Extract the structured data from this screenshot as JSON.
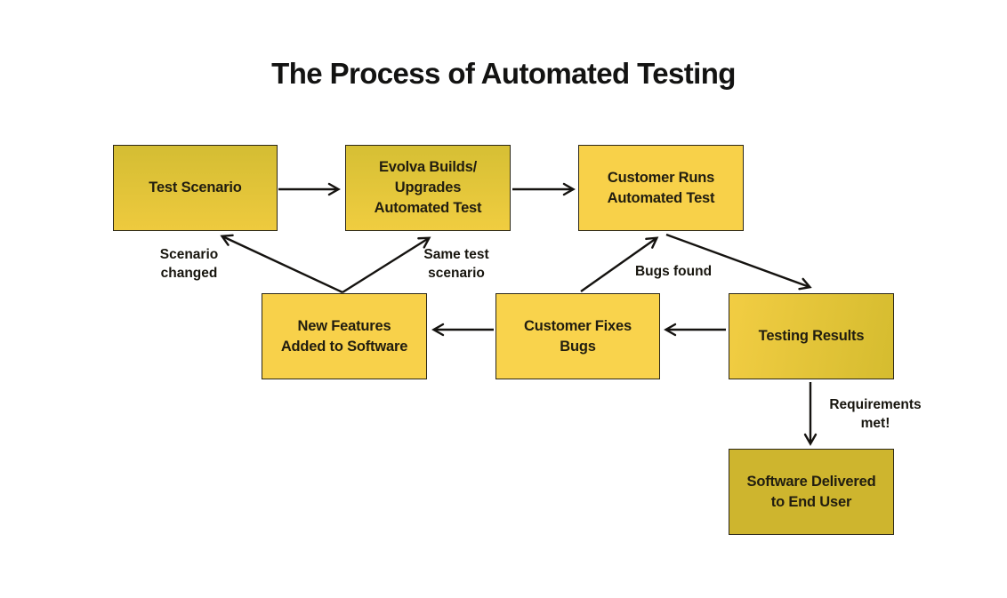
{
  "title": "The Process of Automated Testing",
  "colors": {
    "background": "#ffffff",
    "arrow": "#151310",
    "node_border": "#2b2718",
    "text": "#1d1a10",
    "mustard_fill": "#d9c135",
    "bright_yellow_fill": "#f8d149"
  },
  "diagram": {
    "nodes": [
      {
        "id": "test-scenario",
        "label": "Test Scenario",
        "fill": "#ddc436"
      },
      {
        "id": "evolva-builds",
        "label": "Evolva Builds/\nUpgrades\nAutomated Test",
        "fill": "#dfc637"
      },
      {
        "id": "customer-runs",
        "label": "Customer Runs\nAutomated Test",
        "fill": "#f8d149"
      },
      {
        "id": "new-features",
        "label": "New Features\nAdded to Software",
        "fill": "#f8d14a"
      },
      {
        "id": "customer-fixes",
        "label": "Customer Fixes\nBugs",
        "fill": "#f9d34c"
      },
      {
        "id": "testing-results",
        "label": "Testing Results",
        "fill": "#e0c636"
      },
      {
        "id": "software-delivered",
        "label": "Software Delivered\nto End User",
        "fill": "#ceb52e"
      }
    ],
    "edge_labels": [
      {
        "id": "scenario-changed",
        "text": "Scenario\nchanged"
      },
      {
        "id": "same-test",
        "text": "Same test\nscenario"
      },
      {
        "id": "bugs-found",
        "text": "Bugs found"
      },
      {
        "id": "requirements-met",
        "text": "Requirements\nmet!"
      }
    ],
    "edges": [
      {
        "from": "test-scenario",
        "to": "evolva-builds",
        "label": ""
      },
      {
        "from": "evolva-builds",
        "to": "customer-runs",
        "label": ""
      },
      {
        "from": "customer-runs",
        "to": "testing-results",
        "label": ""
      },
      {
        "from": "testing-results",
        "to": "customer-fixes",
        "label": ""
      },
      {
        "from": "customer-fixes",
        "to": "new-features",
        "label": ""
      },
      {
        "from": "customer-fixes",
        "to": "customer-runs",
        "label": "Bugs found"
      },
      {
        "from": "new-features",
        "to": "test-scenario",
        "label": "Scenario changed"
      },
      {
        "from": "new-features",
        "to": "evolva-builds",
        "label": "Same test scenario"
      },
      {
        "from": "testing-results",
        "to": "software-delivered",
        "label": "Requirements met!"
      }
    ]
  }
}
